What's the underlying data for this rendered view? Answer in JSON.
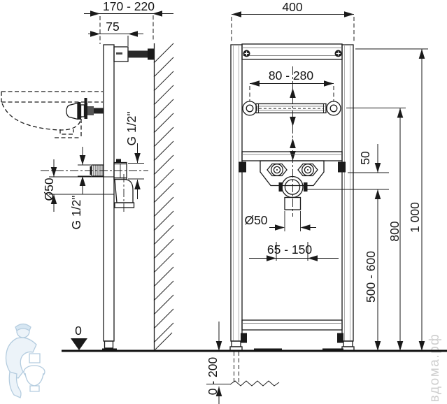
{
  "side_view": {
    "depth_range": "170 - 220",
    "upper_bracket_depth": "75",
    "wall_connection_thread": "G 1/2\"",
    "front_connection_thread": "G 1/2\"",
    "drain_diameter": "Ø50",
    "floor_level": "0"
  },
  "front_view": {
    "frame_width": "400",
    "basin_mount_range": "80 - 280",
    "supply_to_drain_offset": "50",
    "drain_pipe_diameter": "Ø50",
    "supply_spacing_range": "65 - 150",
    "drain_height_range": "500 - 600",
    "rail_height": "800",
    "frame_height": "1 000",
    "leg_adjust_range": "0 - 200"
  },
  "watermark": {
    "site": "вдома.рф"
  }
}
